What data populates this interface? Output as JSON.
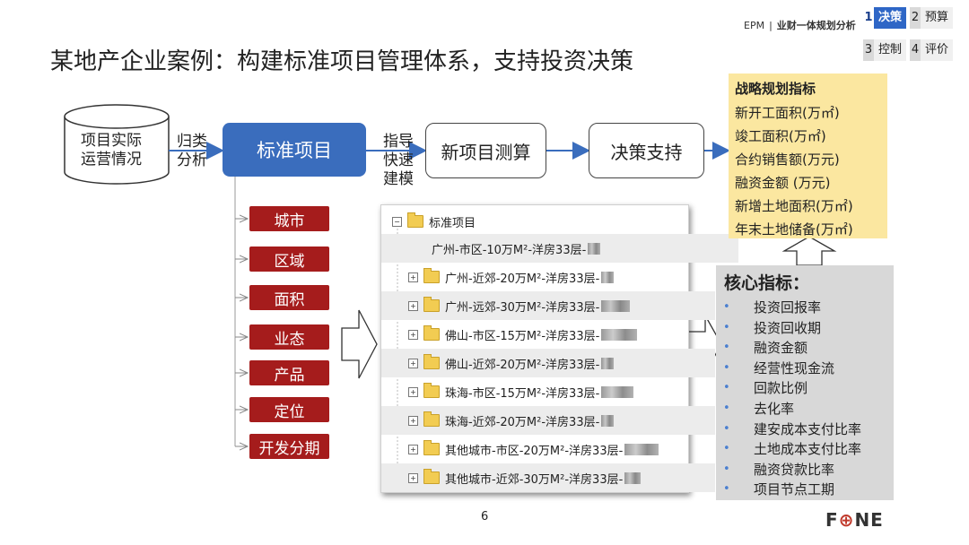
{
  "header": {
    "brand": "EPM",
    "separator": "|",
    "crumb": "业财一体规划分析",
    "tabs": [
      {
        "num": "1",
        "label": "决策",
        "active": true
      },
      {
        "num": "2",
        "label": "预算",
        "active": false
      },
      {
        "num": "3",
        "label": "控制",
        "active": false
      },
      {
        "num": "4",
        "label": "评价",
        "active": false
      }
    ]
  },
  "title": "某地产企业案例：构建标准项目管理体系，支持投资决策",
  "flow": {
    "source_line1": "项目实际",
    "source_line2": "运营情况",
    "classify_line1": "归类",
    "classify_line2": "分析",
    "standard": "标准项目",
    "guide_line1": "指导",
    "guide_line2": "快速",
    "guide_line3": "建模",
    "new_project": "新项目测算",
    "decision": "决策支持"
  },
  "dimensions": [
    "城市",
    "区域",
    "面积",
    "业态",
    "产品",
    "定位",
    "开发分期"
  ],
  "tree": {
    "root": "标准项目",
    "items": [
      "广州-市区-10万M²-洋房33层-",
      "广州-近郊-20万M²-洋房33层-",
      "广州-远郊-30万M²-洋房33层-",
      "佛山-市区-15万M²-洋房33层-",
      "佛山-近郊-20万M²-洋房33层-",
      "珠海-市区-15万M²-洋房33层-",
      "珠海-近郊-20万M²-洋房33层-",
      "其他城市-市区-20万M²-洋房33层-",
      "其他城市-近郊-30万M²-洋房33层-"
    ]
  },
  "strategic": {
    "title": "战略规划指标",
    "items": [
      "新开工面积(万㎡)",
      "竣工面积(万㎡)",
      "合约销售额(万元)",
      "融资金额 (万元)",
      "新增土地面积(万㎡)",
      "年末土地储备(万㎡)"
    ]
  },
  "core": {
    "title": "核心指标：",
    "bullet": "•",
    "items": [
      "投资回报率",
      "投资回收期",
      "融资金额",
      "经营性现金流",
      "回款比例",
      "去化率",
      "建安成本支付比率",
      "土地成本支付比率",
      "融资贷款比率",
      "项目节点工期"
    ]
  },
  "footer": {
    "page": "6",
    "logo_left": "F",
    "logo_mid": "⊕",
    "logo_right": "NE"
  },
  "colors": {
    "accent_blue": "#3a6dbd",
    "dimension_red": "#a51c1c",
    "strategic_yellow": "#fbe7a0",
    "core_grey": "#d8d8d8"
  }
}
